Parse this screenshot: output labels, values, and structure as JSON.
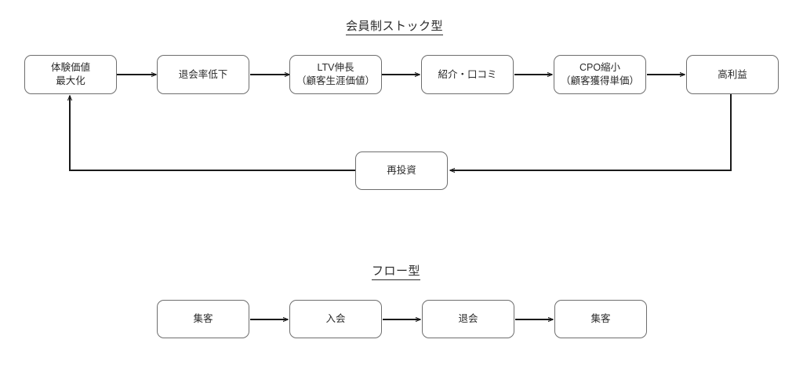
{
  "diagram": {
    "type": "flowchart",
    "sections": [
      {
        "id": "stock",
        "title": "会員制ストック型",
        "nodes": [
          {
            "id": "n1",
            "line1": "体験価値",
            "line2": "最大化"
          },
          {
            "id": "n2",
            "line1": "退会率低下",
            "line2": ""
          },
          {
            "id": "n3",
            "line1": "LTV伸長",
            "line2": "（顧客生涯価値）"
          },
          {
            "id": "n4",
            "line1": "紹介・口コミ",
            "line2": ""
          },
          {
            "id": "n5",
            "line1": "CPO縮小",
            "line2": "（顧客獲得単価）"
          },
          {
            "id": "n6",
            "line1": "高利益",
            "line2": ""
          },
          {
            "id": "n7",
            "line1": "再投資",
            "line2": ""
          }
        ],
        "edges": [
          {
            "from": "n1",
            "to": "n2",
            "kind": "arrow-right"
          },
          {
            "from": "n2",
            "to": "n3",
            "kind": "arrow-right"
          },
          {
            "from": "n3",
            "to": "n4",
            "kind": "arrow-right"
          },
          {
            "from": "n4",
            "to": "n5",
            "kind": "arrow-right"
          },
          {
            "from": "n5",
            "to": "n6",
            "kind": "arrow-right"
          },
          {
            "from": "n6",
            "to": "n7",
            "kind": "elbow-down-left-arrow"
          },
          {
            "from": "n7",
            "to": "n1",
            "kind": "elbow-left-up-arrow"
          }
        ]
      },
      {
        "id": "flow",
        "title": "フロー型",
        "nodes": [
          {
            "id": "f1",
            "line1": "集客",
            "line2": ""
          },
          {
            "id": "f2",
            "line1": "入会",
            "line2": ""
          },
          {
            "id": "f3",
            "line1": "退会",
            "line2": ""
          },
          {
            "id": "f4",
            "line1": "集客",
            "line2": ""
          }
        ],
        "edges": [
          {
            "from": "f1",
            "to": "f2",
            "kind": "arrow-right"
          },
          {
            "from": "f2",
            "to": "f3",
            "kind": "arrow-right"
          },
          {
            "from": "f3",
            "to": "f4",
            "kind": "arrow-right"
          }
        ]
      }
    ],
    "colors": {
      "node_border": "#6e6e6e",
      "node_fill": "#ffffff",
      "edge_stroke": "#1a1a1a",
      "text": "#2b2b2b",
      "background": "#ffffff"
    }
  }
}
